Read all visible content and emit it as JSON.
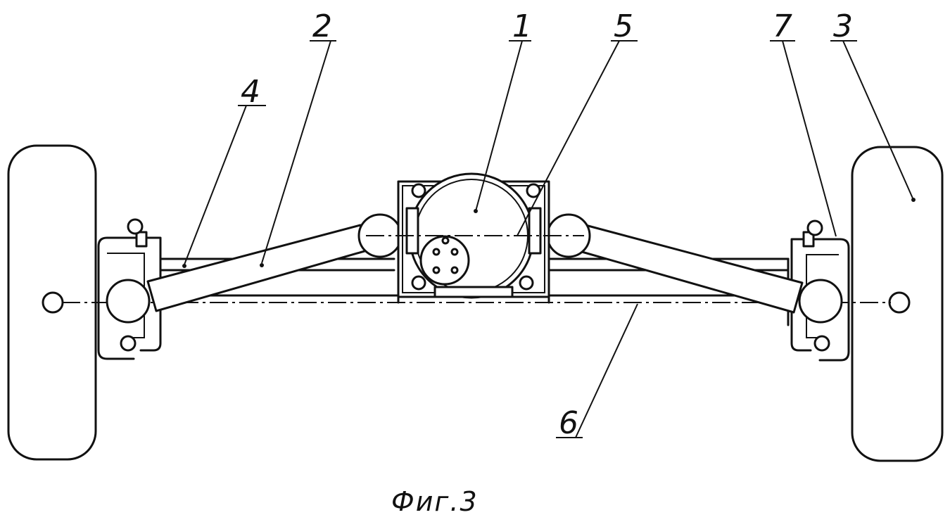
{
  "figure": {
    "caption": "Фиг.3",
    "labels": {
      "part_1": "1",
      "part_2": "2",
      "part_3": "3",
      "part_4": "4",
      "part_5": "5",
      "part_6": "6",
      "part_7": "7"
    }
  }
}
